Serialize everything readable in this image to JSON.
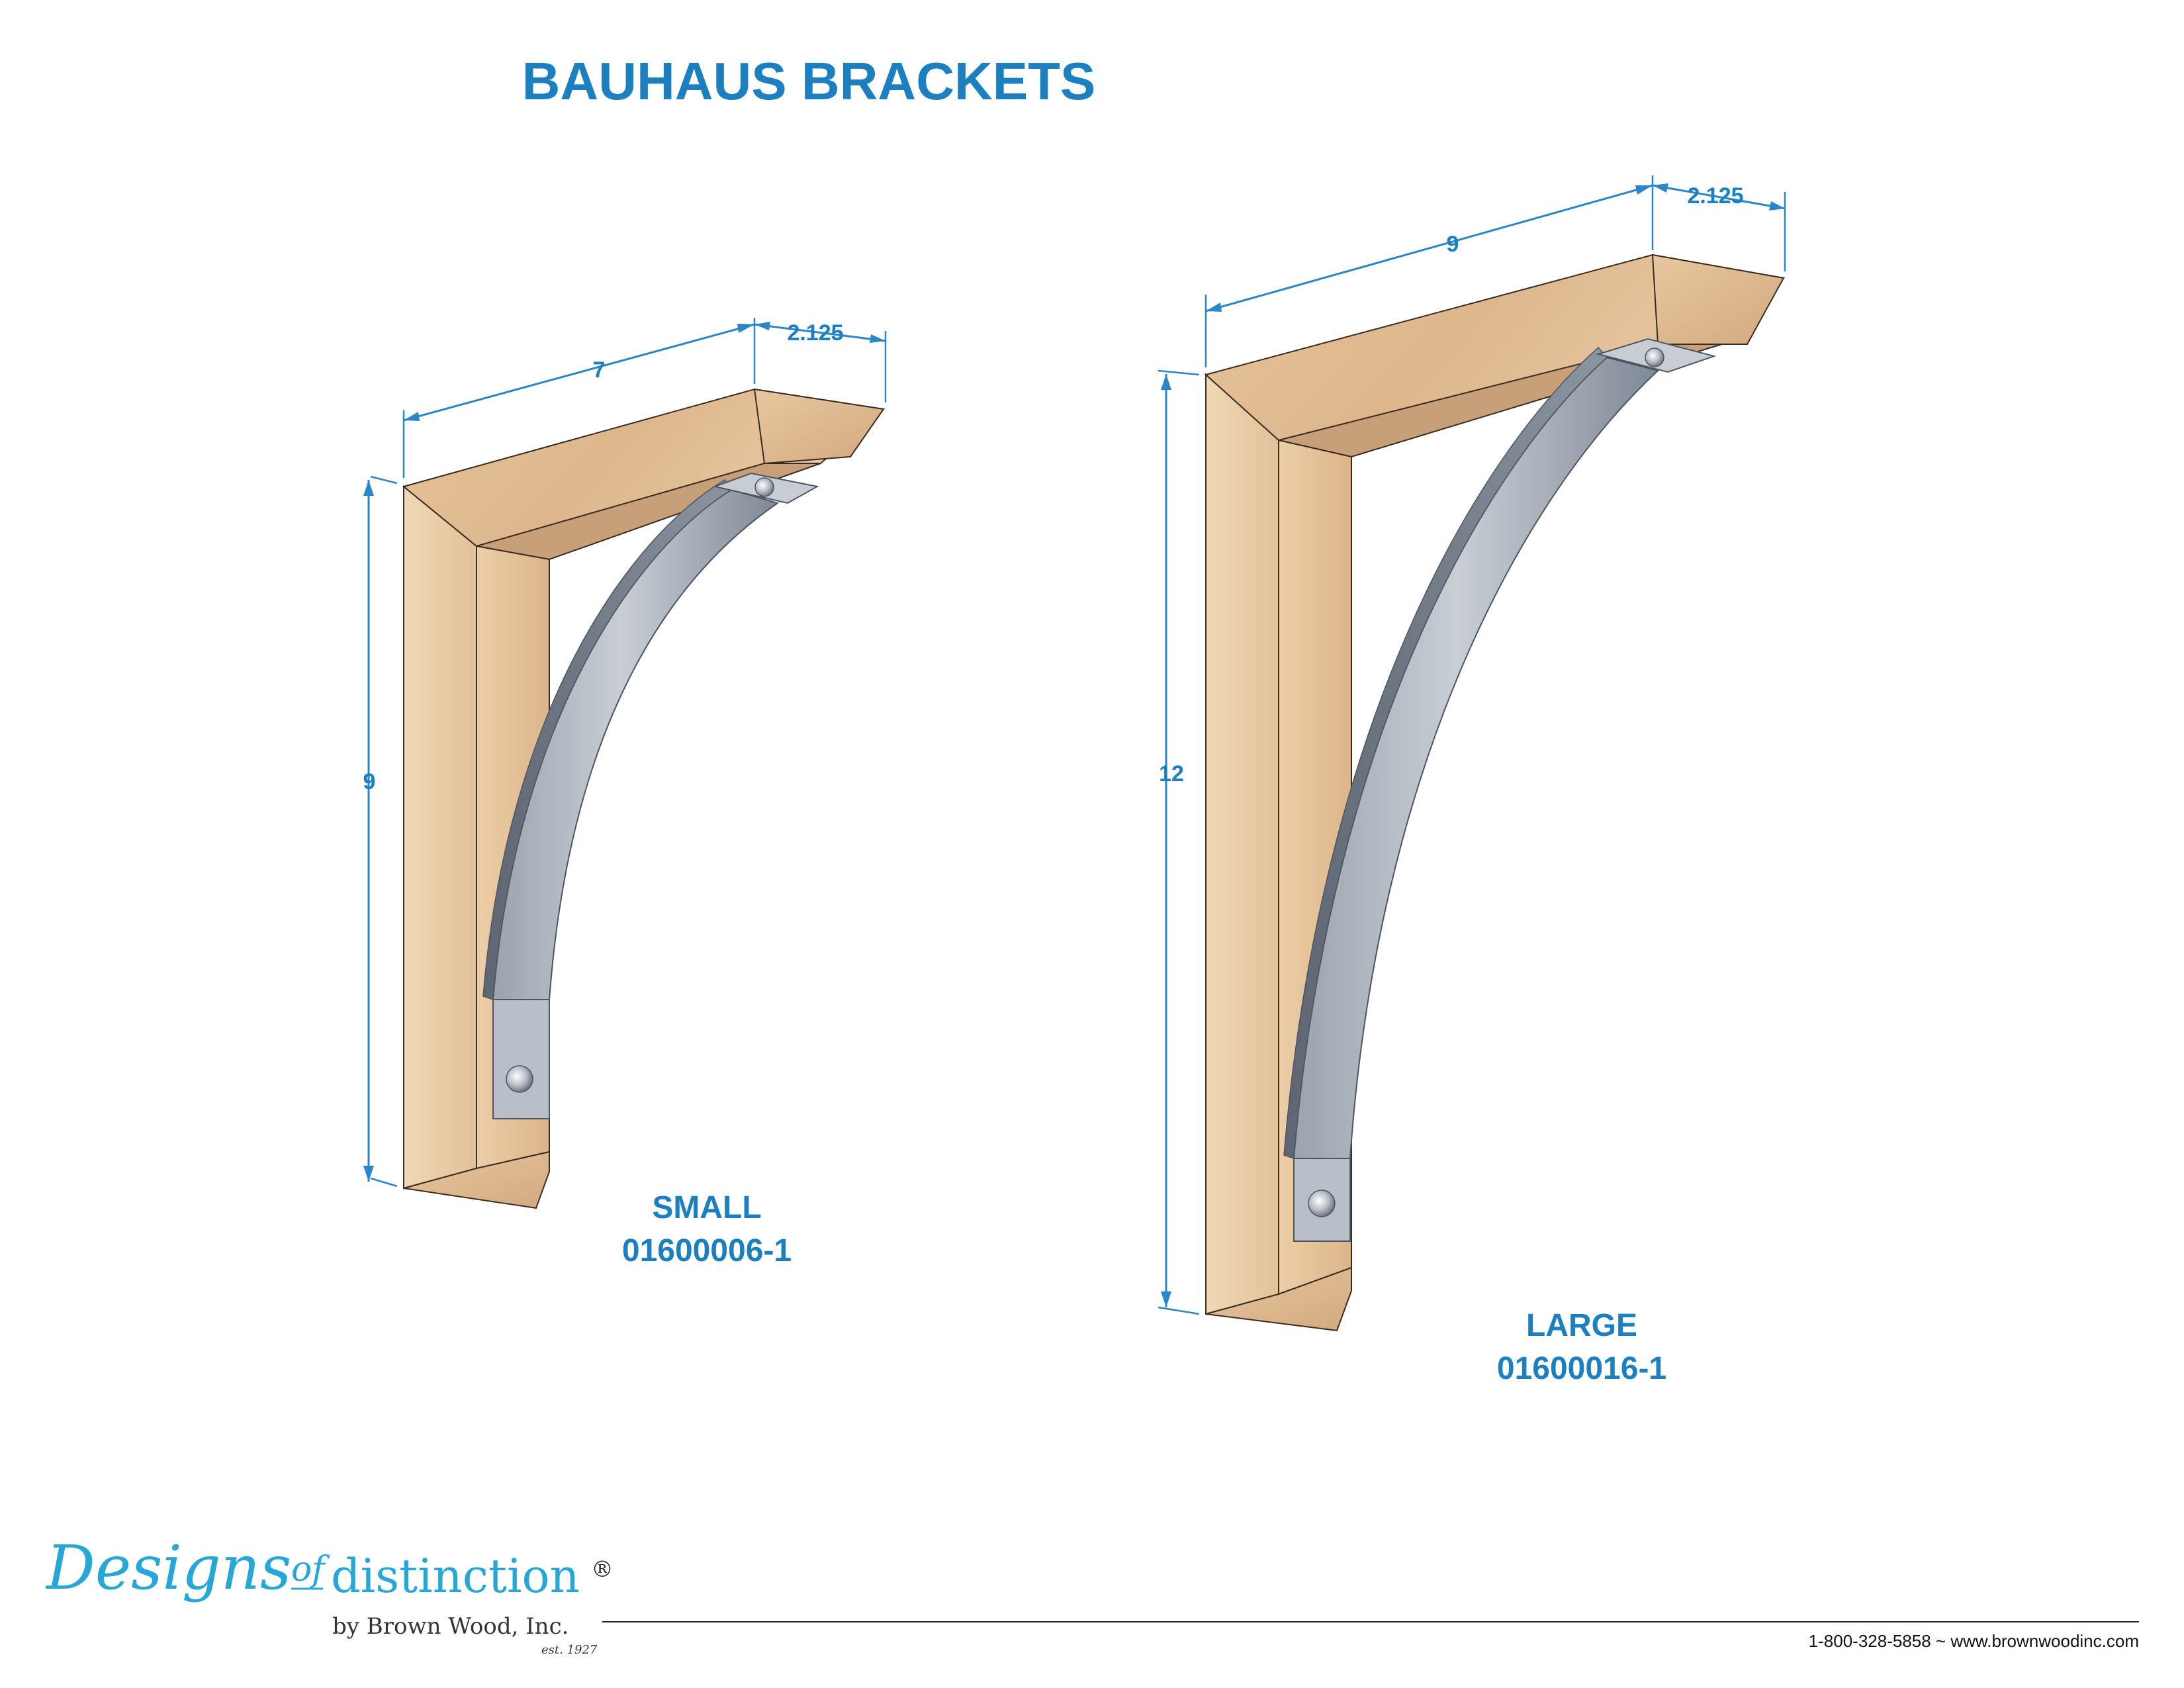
{
  "page": {
    "title": "BAUHAUS BRACKETS"
  },
  "brackets": [
    {
      "size_label": "SMALL",
      "part_number": "01600006-1",
      "dimensions": {
        "depth": "7",
        "width": "2.125",
        "height": "9"
      }
    },
    {
      "size_label": "LARGE",
      "part_number": "01600016-1",
      "dimensions": {
        "depth": "9",
        "width": "2.125",
        "height": "12"
      }
    }
  ],
  "footer": {
    "logo": {
      "script": "Designs",
      "of": "of",
      "distinction": "distinction",
      "registered": "®",
      "by_line": "by Brown Wood, Inc.",
      "established": "est. 1927"
    },
    "contact": "1-800-328-5858 ~ www.brownwoodinc.com"
  },
  "colors": {
    "accent_blue": "#1b7fc0",
    "dimension_blue": "#2a86c6",
    "logo_blue": "#27a6d8",
    "wood_light": "#e8c8a0",
    "wood_mid": "#d6b08a",
    "wood_dark": "#c49a74",
    "steel_light": "#c4cad2",
    "steel_dark": "#7e8896"
  }
}
